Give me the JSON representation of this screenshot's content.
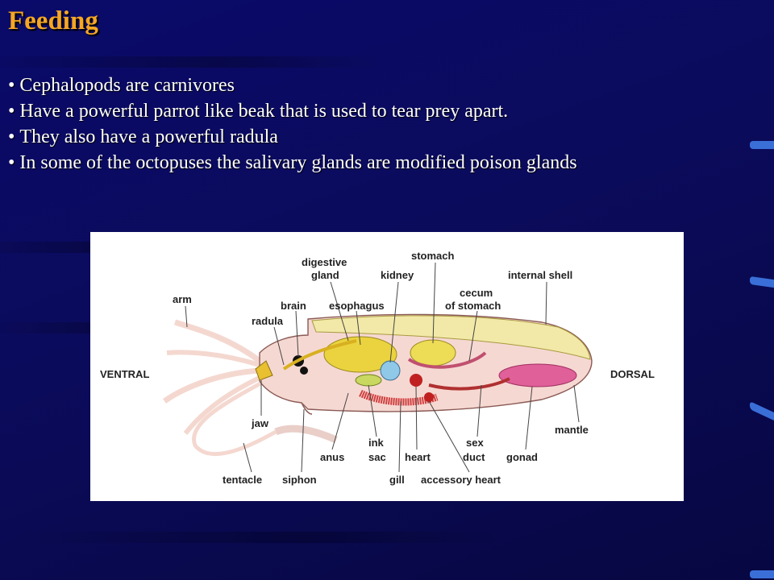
{
  "slide": {
    "title": "Feeding",
    "bullets": [
      "Cephalopods are carnivores",
      "Have a powerful parrot like beak that is used to tear prey apart.",
      "They also have a powerful radula",
      "In some of the octopuses the salivary glands are modified poison glands"
    ]
  },
  "diagram": {
    "labels": {
      "ventral": "VENTRAL",
      "dorsal": "DORSAL",
      "arm": "arm",
      "radula": "radula",
      "brain": "brain",
      "digestive_gland_1": "digestive",
      "digestive_gland_2": "gland",
      "esophagus": "esophagus",
      "kidney": "kidney",
      "stomach": "stomach",
      "cecum_1": "cecum",
      "cecum_2": "of stomach",
      "internal_shell": "internal shell",
      "jaw": "jaw",
      "tentacle": "tentacle",
      "siphon": "siphon",
      "anus": "anus",
      "ink_sac_1": "ink",
      "ink_sac_2": "sac",
      "heart": "heart",
      "gill": "gill",
      "accessory_heart": "accessory heart",
      "sex_duct_1": "sex",
      "sex_duct_2": "duct",
      "gonad": "gonad",
      "mantle": "mantle"
    }
  },
  "colors": {
    "title": "#f5a623",
    "text": "#ffffff",
    "background": "#0a0a6a"
  }
}
